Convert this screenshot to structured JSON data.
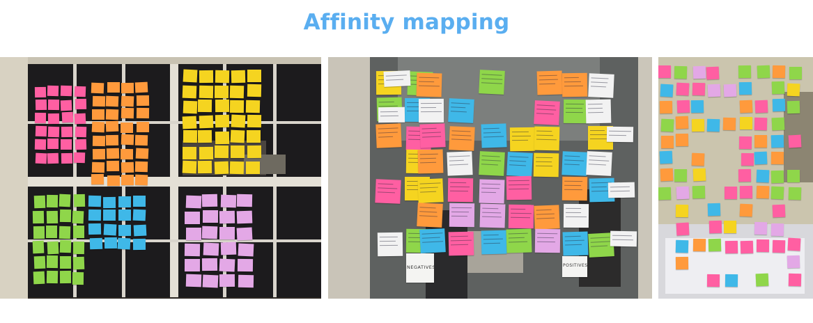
{
  "heading": {
    "text": "Affinity mapping"
  },
  "photos": [
    {
      "id": "window-wall-photo"
    },
    {
      "id": "mirror-wall-photo",
      "caption": "NEGATIVES",
      "secondary_caption": "POSITIVES"
    },
    {
      "id": "room-wall-photo"
    }
  ],
  "colors": {
    "heading": "#5aaef0",
    "pink": "#ff5fa2",
    "orange": "#ff9a3c",
    "yellow": "#f5d420",
    "green": "#8fd64a",
    "blue": "#3fb8e8",
    "lilac": "#e3a8e6",
    "white": "#f2f2f2"
  }
}
